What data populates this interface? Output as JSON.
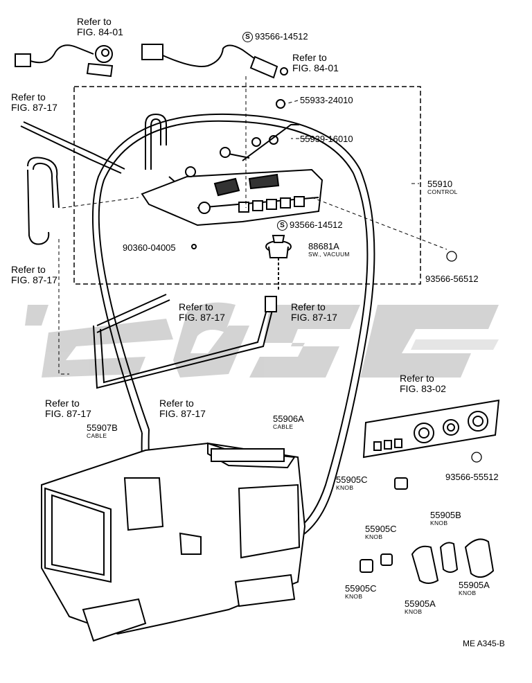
{
  "refs": {
    "fig8401_a": [
      "Refer to",
      "FIG. 84-01"
    ],
    "fig8401_b": [
      "Refer to",
      "FIG. 84-01"
    ],
    "fig8717_top": [
      "Refer to",
      "FIG. 87-17"
    ],
    "fig8717_left": [
      "Refer to",
      "FIG. 87-17"
    ],
    "fig8717_mid1": [
      "Refer to",
      "FIG. 87-17"
    ],
    "fig8717_mid2": [
      "Refer to",
      "FIG. 87-17"
    ],
    "fig8717_low1": [
      "Refer to",
      "FIG. 87-17"
    ],
    "fig8717_low2": [
      "Refer to",
      "FIG. 87-17"
    ],
    "fig8302": [
      "Refer to",
      "FIG. 83-02"
    ]
  },
  "parts": {
    "p93566_14512_top": "93566-14512",
    "p55933": "55933-24010",
    "p55939": "55939-16010",
    "p55910": "55910",
    "p55910_sub": "CONTROL",
    "p93566_14512_mid": "93566-14512",
    "p90360": "90360-04005",
    "p88681a": "88681A",
    "p88681a_sub": "SW., VACUUM",
    "p93566_56512_a": "93566-56512",
    "p55906a": "55906A",
    "p55906a_sub": "CABLE",
    "p55907b": "55907B",
    "p55907b_sub": "CABLE",
    "p93566_55512": "93566-55512",
    "p55905c_1": "55905C",
    "p55905c_1_sub": "KNOB",
    "p55905c_2": "55905C",
    "p55905c_2_sub": "KNOB",
    "p55905c_3": "55905C",
    "p55905c_3_sub": "KNOB",
    "p55905b": "55905B",
    "p55905b_sub": "KNOB",
    "p55905a_1": "55905A",
    "p55905a_1_sub": "KNOB",
    "p55905a_2": "55905A",
    "p55905a_2_sub": "KNOB"
  },
  "symbol_s": "S",
  "footer_code": "ME A345-B",
  "colors": {
    "line": "#000000",
    "watermark": "#c8c8c8",
    "background": "#ffffff"
  }
}
